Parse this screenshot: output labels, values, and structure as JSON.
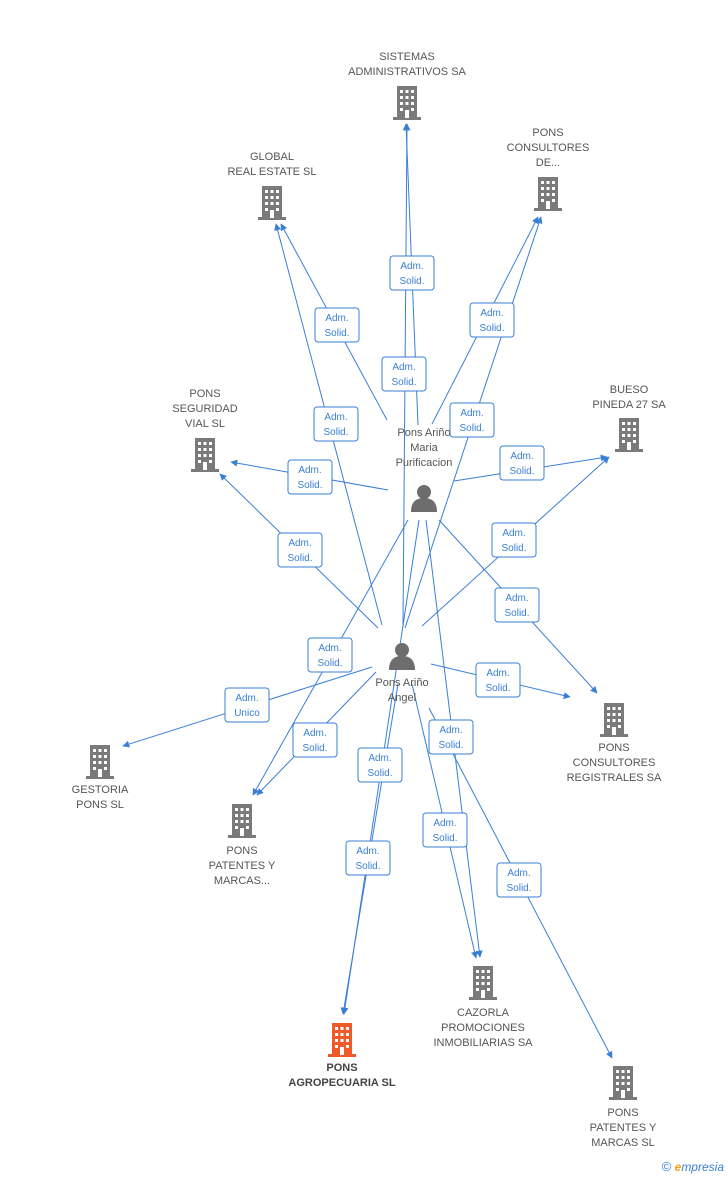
{
  "colors": {
    "edge": "#3a7fd5",
    "company": "#7a7a7a",
    "main_company": "#f05a28",
    "person": "#6d6d6d"
  },
  "persons": [
    {
      "id": "p1",
      "lines": [
        "Pons Ariño",
        "Maria",
        "Purificacion"
      ]
    },
    {
      "id": "p2",
      "lines": [
        "Pons Ariño",
        "Angel"
      ]
    }
  ],
  "companies": [
    {
      "id": "sistemas",
      "lines": [
        "SISTEMAS",
        "ADMINISTRATIVOS SA"
      ],
      "main": false
    },
    {
      "id": "global",
      "lines": [
        "GLOBAL",
        "REAL ESTATE SL"
      ],
      "main": false
    },
    {
      "id": "consultores_de",
      "lines": [
        "PONS",
        "CONSULTORES",
        "DE..."
      ],
      "main": false
    },
    {
      "id": "seguridad",
      "lines": [
        "PONS",
        "SEGURIDAD",
        "VIAL  SL"
      ],
      "main": false
    },
    {
      "id": "bueso",
      "lines": [
        "BUESO",
        "PINEDA 27 SA"
      ],
      "main": false
    },
    {
      "id": "registrales",
      "lines": [
        "PONS",
        "CONSULTORES",
        "REGISTRALES SA"
      ],
      "main": false
    },
    {
      "id": "gestoria",
      "lines": [
        "GESTORIA",
        "PONS SL"
      ],
      "main": false
    },
    {
      "id": "patentes1",
      "lines": [
        "PONS",
        "PATENTES Y",
        "MARCAS..."
      ],
      "main": false
    },
    {
      "id": "cazorla",
      "lines": [
        "CAZORLA",
        "PROMOCIONES",
        "INMOBILIARIAS SA"
      ],
      "main": false
    },
    {
      "id": "agropecuaria",
      "lines": [
        "PONS",
        "AGROPECUARIA SL"
      ],
      "main": true
    },
    {
      "id": "patentes2",
      "lines": [
        "PONS",
        "PATENTES Y",
        "MARCAS SL"
      ],
      "main": false
    }
  ],
  "edges": [
    {
      "from": "p1",
      "to": "sistemas",
      "label": [
        "Adm.",
        "Solid."
      ]
    },
    {
      "from": "p2",
      "to": "sistemas",
      "label": [
        "Adm.",
        "Solid."
      ]
    },
    {
      "from": "p1",
      "to": "global",
      "label": [
        "Adm.",
        "Solid."
      ]
    },
    {
      "from": "p2",
      "to": "global",
      "label": [
        "Adm.",
        "Solid."
      ]
    },
    {
      "from": "p1",
      "to": "consultores_de",
      "label": [
        "Adm.",
        "Solid."
      ]
    },
    {
      "from": "p2",
      "to": "consultores_de",
      "label": [
        "Adm.",
        "Solid."
      ]
    },
    {
      "from": "p1",
      "to": "seguridad",
      "label": [
        "Adm.",
        "Solid."
      ]
    },
    {
      "from": "p2",
      "to": "seguridad",
      "label": [
        "Adm.",
        "Solid."
      ]
    },
    {
      "from": "p1",
      "to": "bueso",
      "label": [
        "Adm.",
        "Solid."
      ]
    },
    {
      "from": "p2",
      "to": "bueso",
      "label": [
        "Adm.",
        "Solid."
      ]
    },
    {
      "from": "p1",
      "to": "registrales",
      "label": [
        "Adm.",
        "Solid."
      ]
    },
    {
      "from": "p2",
      "to": "registrales",
      "label": [
        "Adm.",
        "Solid."
      ]
    },
    {
      "from": "p2",
      "to": "gestoria",
      "label": [
        "Adm.",
        "Unico"
      ]
    },
    {
      "from": "p1",
      "to": "patentes1",
      "label": [
        "Adm.",
        "Solid."
      ]
    },
    {
      "from": "p2",
      "to": "patentes1",
      "label": [
        "Adm.",
        "Solid."
      ]
    },
    {
      "from": "p1",
      "to": "cazorla",
      "label": [
        "Adm.",
        "Solid."
      ]
    },
    {
      "from": "p2",
      "to": "cazorla",
      "label": [
        "Adm.",
        "Solid."
      ]
    },
    {
      "from": "p1",
      "to": "agropecuaria",
      "label": [
        "Adm.",
        "Solid."
      ]
    },
    {
      "from": "p2",
      "to": "agropecuaria",
      "label": [
        "Adm.",
        "Solid."
      ]
    },
    {
      "from": "p2",
      "to": "patentes2",
      "label": [
        "Adm.",
        "Solid."
      ]
    }
  ],
  "footer": {
    "copyright": "©",
    "brand_e": "e",
    "brand_rest": "mpresia"
  }
}
